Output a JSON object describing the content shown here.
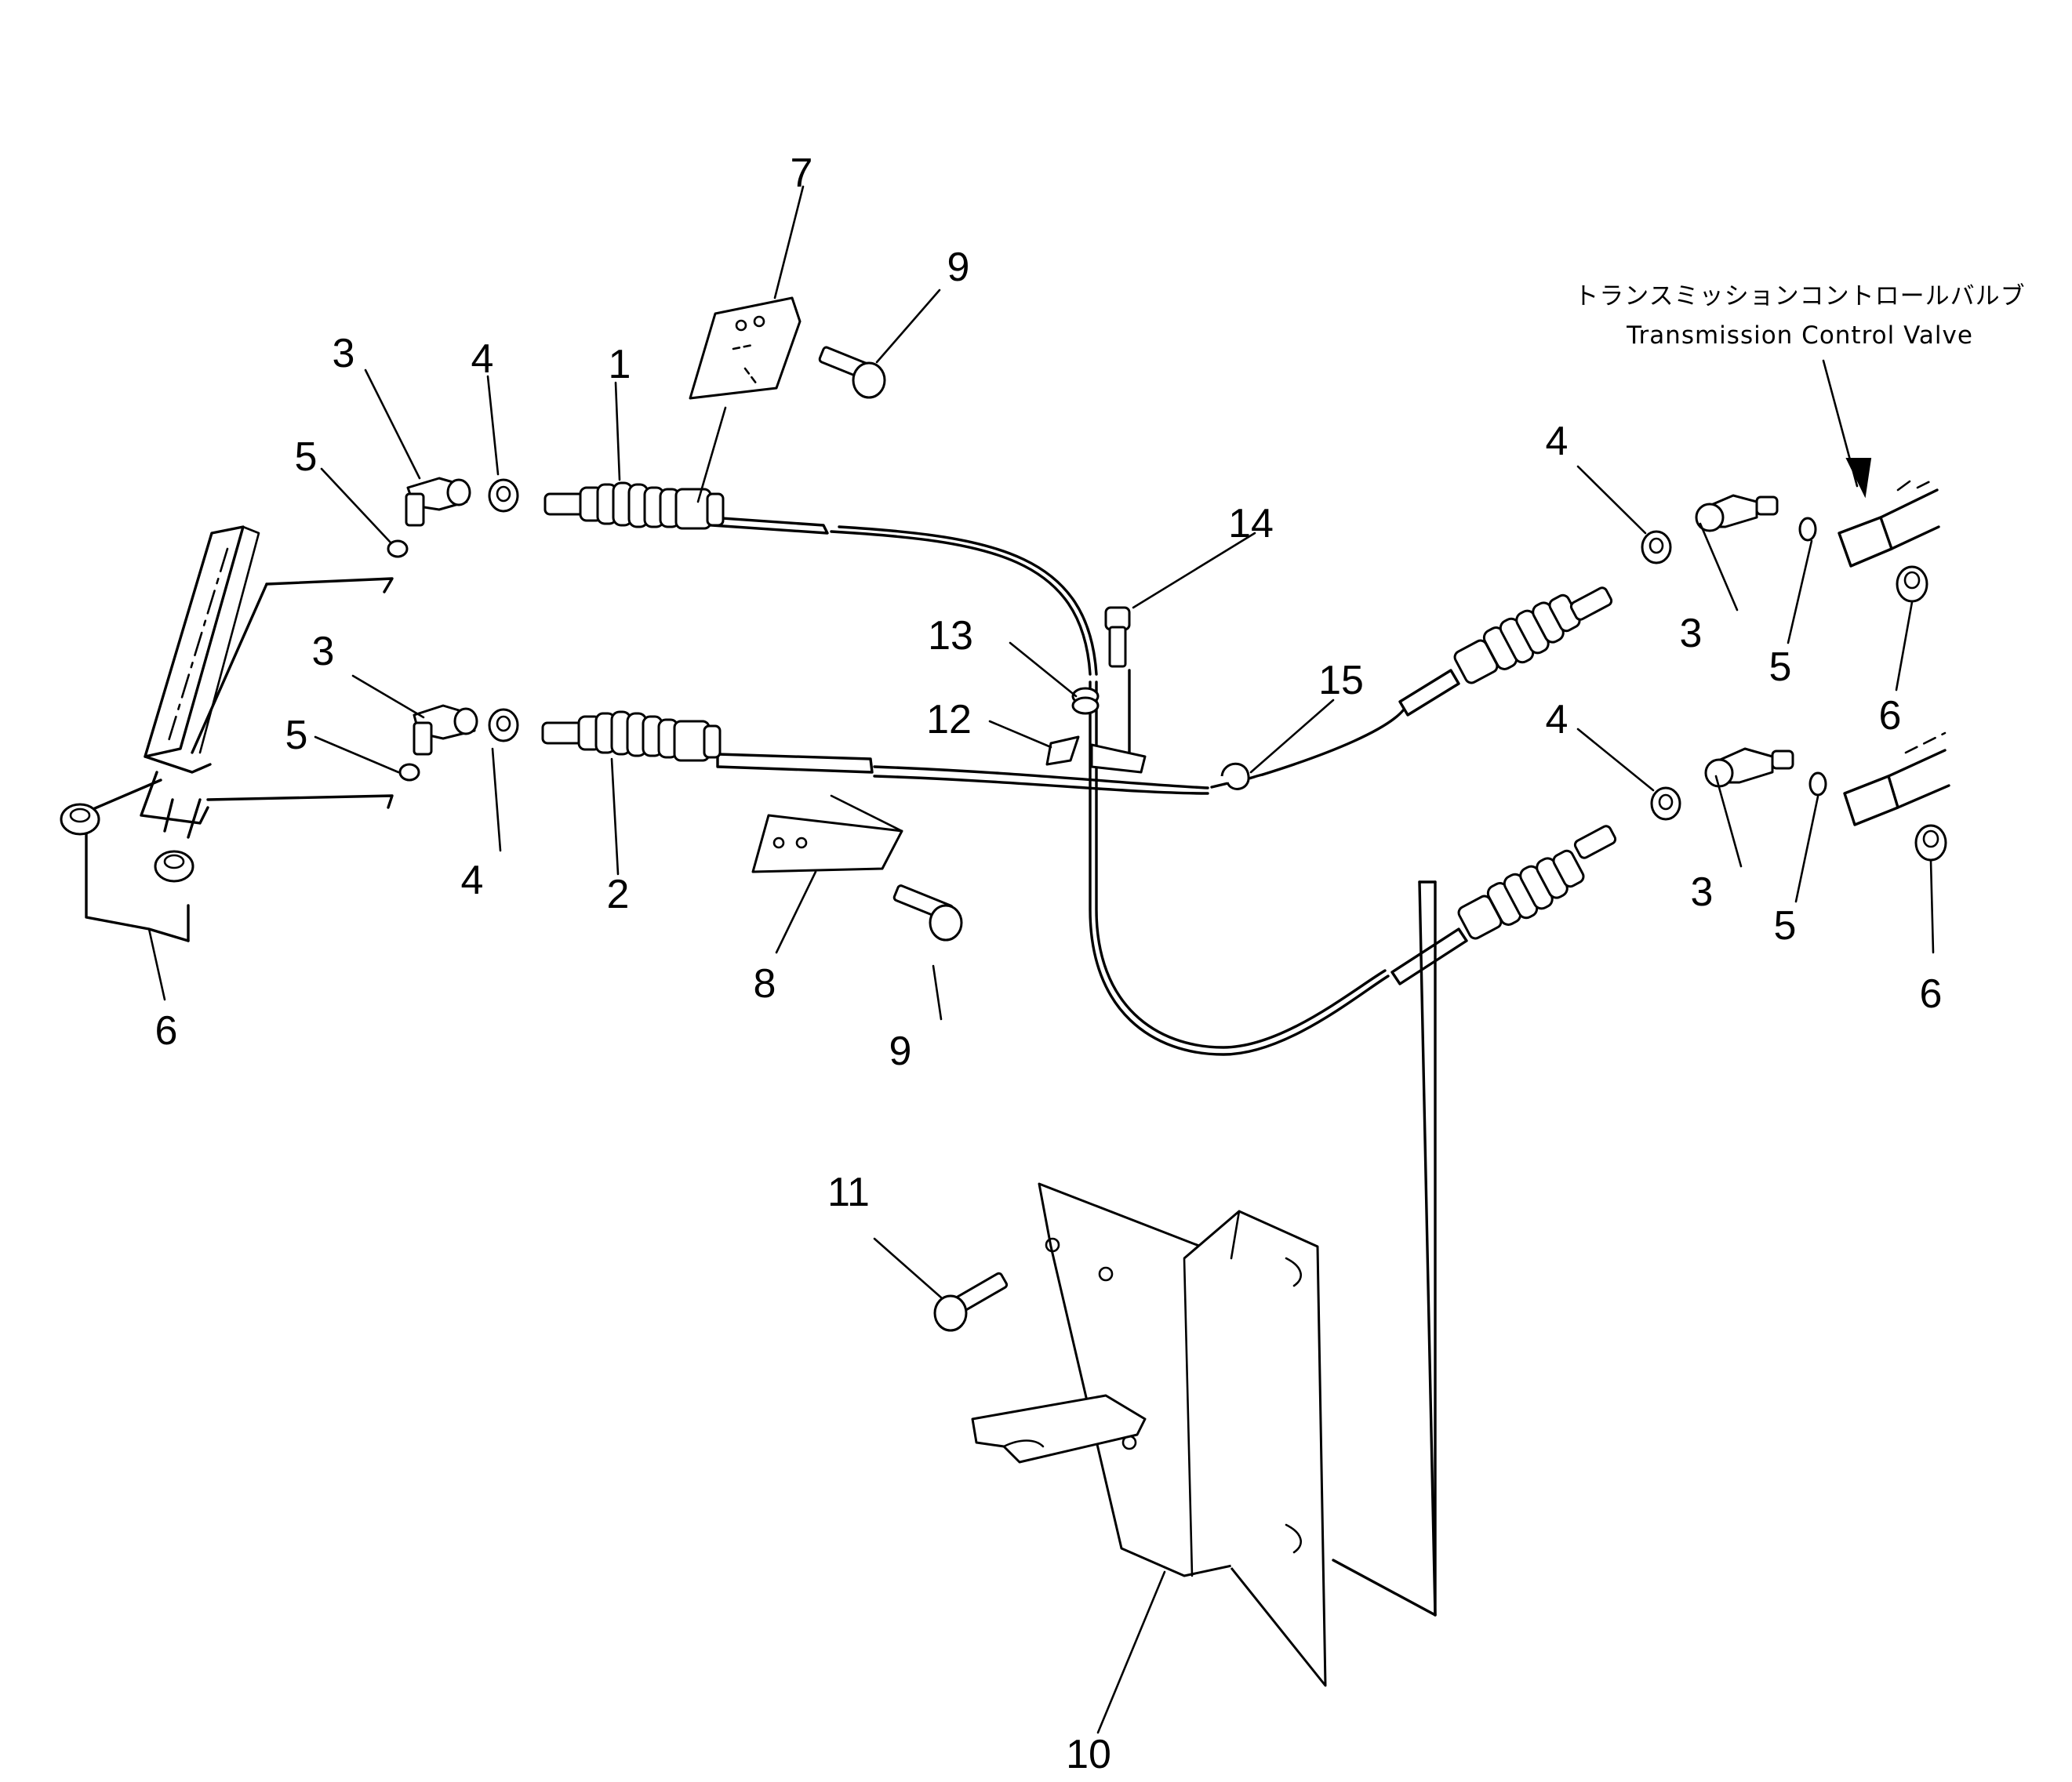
{
  "annotation": {
    "japanese": "トランスミッションコントロールバルブ",
    "english": "Transmission Control Valve"
  },
  "callouts": {
    "c1": "1",
    "c2": "2",
    "c3a": "3",
    "c3b": "3",
    "c3c": "3",
    "c3d": "3",
    "c4a": "4",
    "c4b": "4",
    "c4c": "4",
    "c4d": "4",
    "c5a": "5",
    "c5b": "5",
    "c5c": "5",
    "c5d": "5",
    "c6a": "6",
    "c6b": "6",
    "c6c": "6",
    "c7": "7",
    "c8": "8",
    "c9a": "9",
    "c9b": "9",
    "c10": "10",
    "c11": "11",
    "c12": "12",
    "c13": "13",
    "c14": "14",
    "c15": "15"
  }
}
